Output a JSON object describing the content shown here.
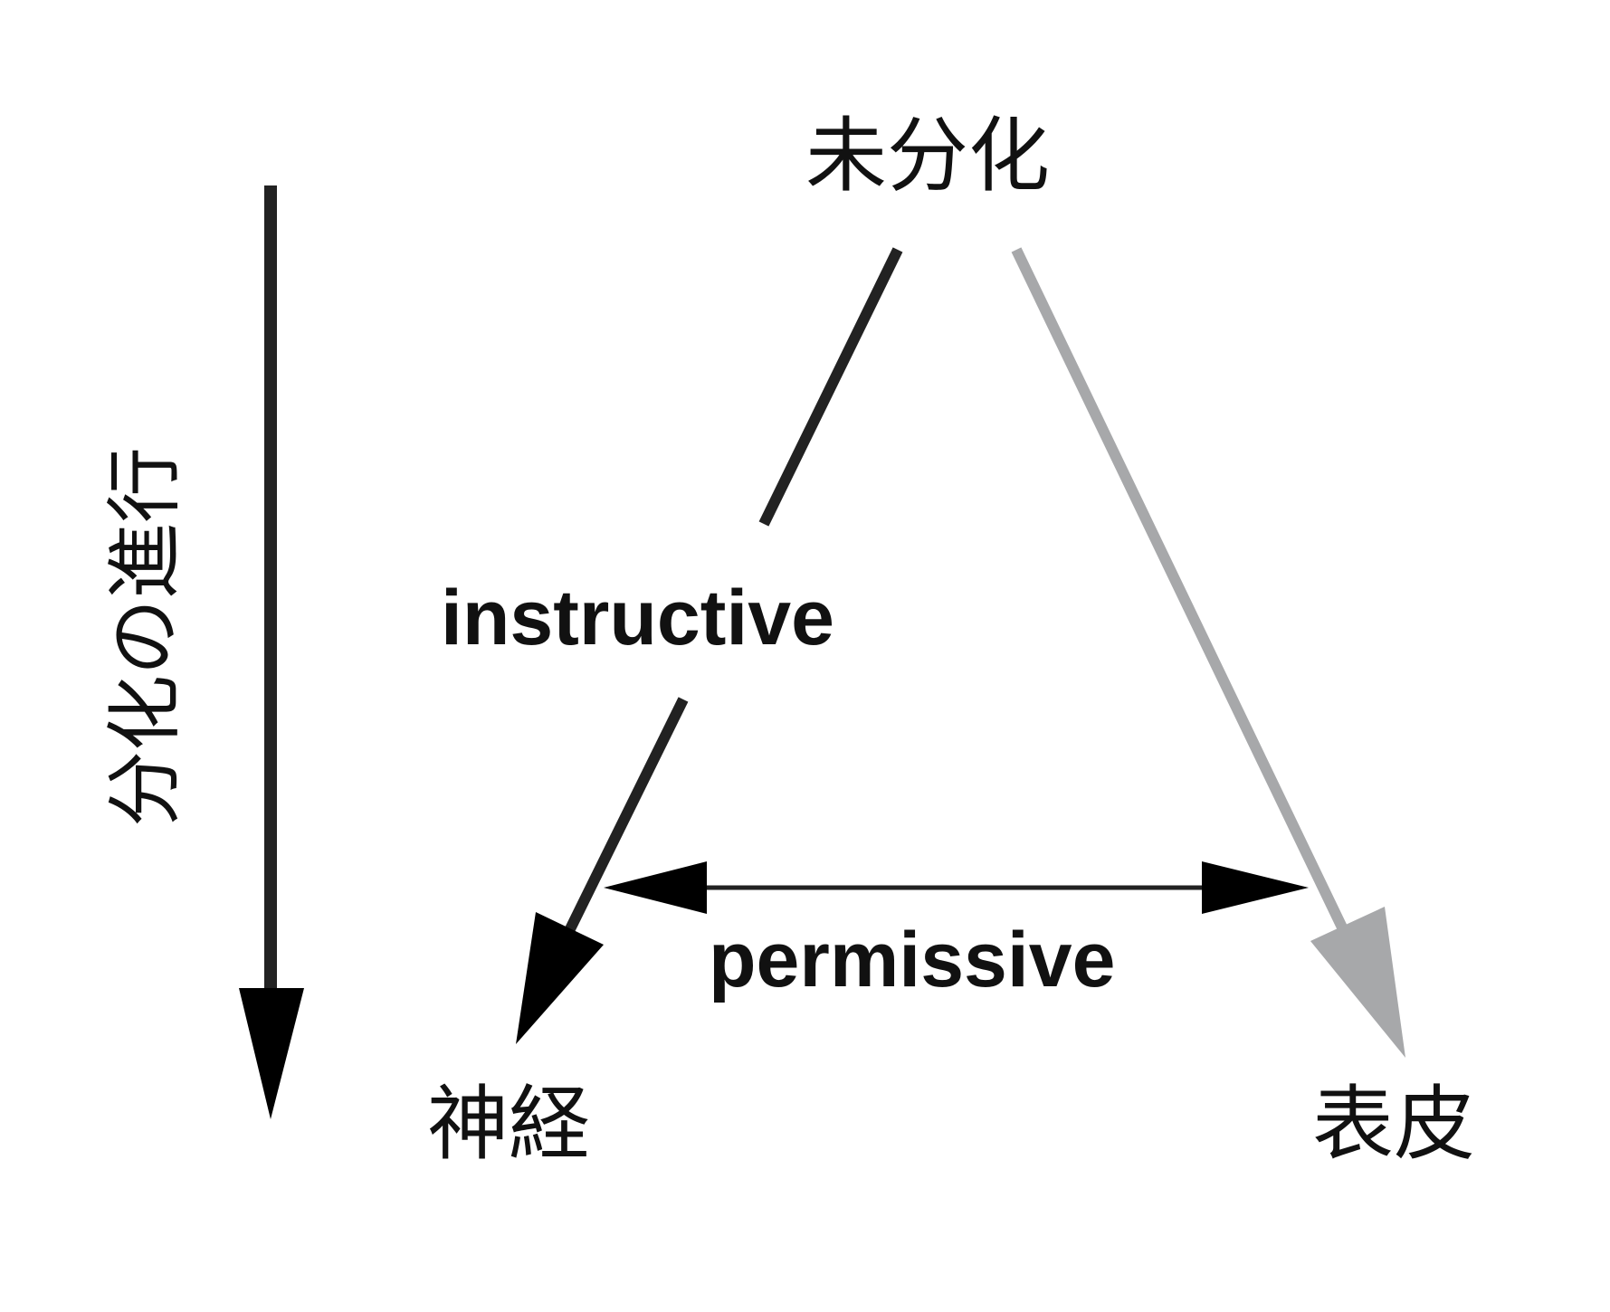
{
  "nodes": {
    "top": "未分化",
    "bottom_left": "神経",
    "bottom_right": "表皮"
  },
  "edges": {
    "instructive": "instructive",
    "permissive": "permissive"
  },
  "axis_label": "分化の進行",
  "colors": {
    "dark": "#222222",
    "gray": "#a7a8aa",
    "black": "#000000"
  }
}
